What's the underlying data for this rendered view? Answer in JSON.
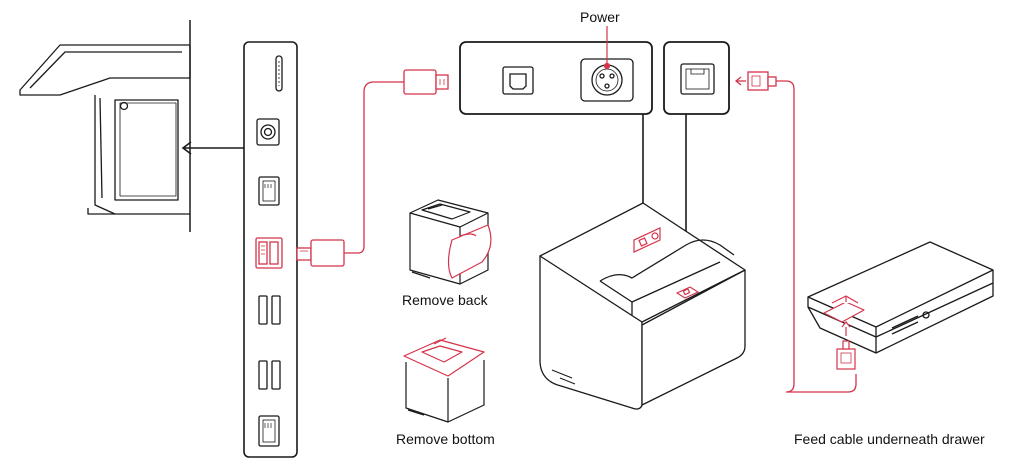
{
  "labels": {
    "power": "Power",
    "remove_back": "Remove back",
    "remove_bottom": "Remove bottom",
    "feed_cable": "Feed cable underneath drawer"
  },
  "colors": {
    "line": "#1a1a1a",
    "accent": "#d4344a",
    "fill_light": "#f2f2f2"
  }
}
